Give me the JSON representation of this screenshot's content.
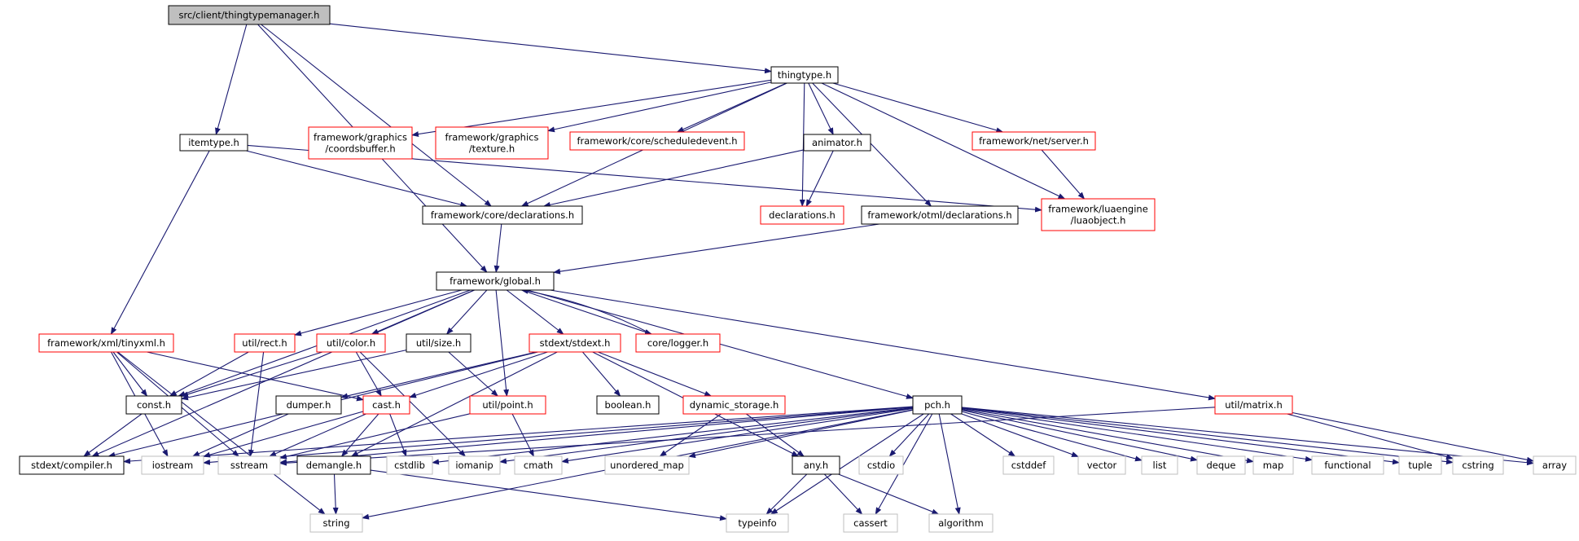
{
  "colors": {
    "edge": "#191970",
    "border_documented": "#000000",
    "border_undocumented": "#ff0000",
    "border_system": "#bfbfbf",
    "root_fill": "#bfbfbf",
    "text": "#000000"
  },
  "nodes": [
    {
      "id": "root",
      "lines": [
        "src/client/thingtypemanager.h"
      ],
      "kind": "root"
    },
    {
      "id": "thingtype",
      "lines": [
        "thingtype.h"
      ],
      "kind": "doc"
    },
    {
      "id": "itemtype",
      "lines": [
        "itemtype.h"
      ],
      "kind": "doc"
    },
    {
      "id": "coordsbuf",
      "lines": [
        "framework/graphics",
        "/coordsbuffer.h"
      ],
      "kind": "undoc"
    },
    {
      "id": "texture",
      "lines": [
        "framework/graphics",
        "/texture.h"
      ],
      "kind": "undoc"
    },
    {
      "id": "schedev",
      "lines": [
        "framework/core/scheduledevent.h"
      ],
      "kind": "undoc"
    },
    {
      "id": "animator",
      "lines": [
        "animator.h"
      ],
      "kind": "doc"
    },
    {
      "id": "netserver",
      "lines": [
        "framework/net/server.h"
      ],
      "kind": "undoc"
    },
    {
      "id": "coredecl",
      "lines": [
        "framework/core/declarations.h"
      ],
      "kind": "doc"
    },
    {
      "id": "decl",
      "lines": [
        "declarations.h"
      ],
      "kind": "undoc"
    },
    {
      "id": "otmldecl",
      "lines": [
        "framework/otml/declarations.h"
      ],
      "kind": "doc"
    },
    {
      "id": "luaobject",
      "lines": [
        "framework/luaengine",
        "/luaobject.h"
      ],
      "kind": "undoc"
    },
    {
      "id": "global",
      "lines": [
        "framework/global.h"
      ],
      "kind": "doc"
    },
    {
      "id": "tinyxml",
      "lines": [
        "framework/xml/tinyxml.h"
      ],
      "kind": "undoc"
    },
    {
      "id": "rect",
      "lines": [
        "util/rect.h"
      ],
      "kind": "undoc"
    },
    {
      "id": "color",
      "lines": [
        "util/color.h"
      ],
      "kind": "undoc"
    },
    {
      "id": "size",
      "lines": [
        "util/size.h"
      ],
      "kind": "doc"
    },
    {
      "id": "stdext",
      "lines": [
        "stdext/stdext.h"
      ],
      "kind": "undoc"
    },
    {
      "id": "logger",
      "lines": [
        "core/logger.h"
      ],
      "kind": "undoc"
    },
    {
      "id": "matrix",
      "lines": [
        "util/matrix.h"
      ],
      "kind": "undoc"
    },
    {
      "id": "const",
      "lines": [
        "const.h"
      ],
      "kind": "doc"
    },
    {
      "id": "dumper",
      "lines": [
        "dumper.h"
      ],
      "kind": "doc"
    },
    {
      "id": "cast",
      "lines": [
        "cast.h"
      ],
      "kind": "undoc"
    },
    {
      "id": "point",
      "lines": [
        "util/point.h"
      ],
      "kind": "undoc"
    },
    {
      "id": "boolean",
      "lines": [
        "boolean.h"
      ],
      "kind": "doc"
    },
    {
      "id": "dynstore",
      "lines": [
        "dynamic_storage.h"
      ],
      "kind": "undoc"
    },
    {
      "id": "pch",
      "lines": [
        "pch.h"
      ],
      "kind": "doc"
    },
    {
      "id": "compiler",
      "lines": [
        "stdext/compiler.h"
      ],
      "kind": "doc"
    },
    {
      "id": "iostream",
      "lines": [
        "iostream"
      ],
      "kind": "sys"
    },
    {
      "id": "sstream",
      "lines": [
        "sstream"
      ],
      "kind": "sys"
    },
    {
      "id": "demangle",
      "lines": [
        "demangle.h"
      ],
      "kind": "doc"
    },
    {
      "id": "cstdlib",
      "lines": [
        "cstdlib"
      ],
      "kind": "sys"
    },
    {
      "id": "iomanip",
      "lines": [
        "iomanip"
      ],
      "kind": "sys"
    },
    {
      "id": "cmath",
      "lines": [
        "cmath"
      ],
      "kind": "sys"
    },
    {
      "id": "unordmap",
      "lines": [
        "unordered_map"
      ],
      "kind": "sys"
    },
    {
      "id": "any",
      "lines": [
        "any.h"
      ],
      "kind": "doc"
    },
    {
      "id": "cstdio",
      "lines": [
        "cstdio"
      ],
      "kind": "sys"
    },
    {
      "id": "cstddef",
      "lines": [
        "cstddef"
      ],
      "kind": "sys"
    },
    {
      "id": "vector",
      "lines": [
        "vector"
      ],
      "kind": "sys"
    },
    {
      "id": "list",
      "lines": [
        "list"
      ],
      "kind": "sys"
    },
    {
      "id": "deque",
      "lines": [
        "deque"
      ],
      "kind": "sys"
    },
    {
      "id": "map",
      "lines": [
        "map"
      ],
      "kind": "sys"
    },
    {
      "id": "functional",
      "lines": [
        "functional"
      ],
      "kind": "sys"
    },
    {
      "id": "tuple",
      "lines": [
        "tuple"
      ],
      "kind": "sys"
    },
    {
      "id": "cstring",
      "lines": [
        "cstring"
      ],
      "kind": "sys"
    },
    {
      "id": "array",
      "lines": [
        "array"
      ],
      "kind": "sys"
    },
    {
      "id": "string",
      "lines": [
        "string"
      ],
      "kind": "sys"
    },
    {
      "id": "typeinfo",
      "lines": [
        "typeinfo"
      ],
      "kind": "sys"
    },
    {
      "id": "cassert",
      "lines": [
        "cassert"
      ],
      "kind": "sys"
    },
    {
      "id": "algorithm",
      "lines": [
        "algorithm"
      ],
      "kind": "sys"
    }
  ],
  "edges": [
    [
      "root",
      "thingtype"
    ],
    [
      "root",
      "itemtype"
    ],
    [
      "root",
      "coredecl"
    ],
    [
      "root",
      "global"
    ],
    [
      "thingtype",
      "coordsbuf"
    ],
    [
      "thingtype",
      "texture"
    ],
    [
      "thingtype",
      "schedev"
    ],
    [
      "thingtype",
      "animator"
    ],
    [
      "thingtype",
      "netserver"
    ],
    [
      "thingtype",
      "luaobject"
    ],
    [
      "thingtype",
      "coredecl"
    ],
    [
      "thingtype",
      "decl"
    ],
    [
      "thingtype",
      "otmldecl"
    ],
    [
      "itemtype",
      "coredecl"
    ],
    [
      "itemtype",
      "luaobject"
    ],
    [
      "itemtype",
      "tinyxml"
    ],
    [
      "animator",
      "coredecl"
    ],
    [
      "animator",
      "decl"
    ],
    [
      "netserver",
      "luaobject"
    ],
    [
      "coredecl",
      "global"
    ],
    [
      "otmldecl",
      "global"
    ],
    [
      "global",
      "compiler"
    ],
    [
      "global",
      "const"
    ],
    [
      "global",
      "rect"
    ],
    [
      "global",
      "color"
    ],
    [
      "global",
      "size"
    ],
    [
      "global",
      "point"
    ],
    [
      "global",
      "stdext"
    ],
    [
      "global",
      "logger"
    ],
    [
      "global",
      "pch"
    ],
    [
      "global",
      "matrix"
    ],
    [
      "logger",
      "global"
    ],
    [
      "tinyxml",
      "const"
    ],
    [
      "tinyxml",
      "cast"
    ],
    [
      "tinyxml",
      "iostream"
    ],
    [
      "tinyxml",
      "sstream"
    ],
    [
      "tinyxml",
      "string"
    ],
    [
      "rect",
      "const"
    ],
    [
      "rect",
      "sstream"
    ],
    [
      "color",
      "const"
    ],
    [
      "color",
      "cast"
    ],
    [
      "color",
      "iomanip"
    ],
    [
      "size",
      "const"
    ],
    [
      "size",
      "point"
    ],
    [
      "stdext",
      "compiler"
    ],
    [
      "stdext",
      "dumper"
    ],
    [
      "stdext",
      "cast"
    ],
    [
      "stdext",
      "boolean"
    ],
    [
      "stdext",
      "dynstore"
    ],
    [
      "stdext",
      "any"
    ],
    [
      "stdext",
      "demangle"
    ],
    [
      "const",
      "compiler"
    ],
    [
      "dumper",
      "iostream"
    ],
    [
      "cast",
      "demangle"
    ],
    [
      "cast",
      "sstream"
    ],
    [
      "cast",
      "cstdlib"
    ],
    [
      "cast",
      "iostream"
    ],
    [
      "point",
      "sstream"
    ],
    [
      "point",
      "cmath"
    ],
    [
      "dynstore",
      "unordmap"
    ],
    [
      "dynstore",
      "any"
    ],
    [
      "demangle",
      "string"
    ],
    [
      "demangle",
      "typeinfo"
    ],
    [
      "any",
      "typeinfo"
    ],
    [
      "any",
      "cassert"
    ],
    [
      "any",
      "algorithm"
    ],
    [
      "pch",
      "iostream"
    ],
    [
      "pch",
      "sstream"
    ],
    [
      "pch",
      "cstdlib"
    ],
    [
      "pch",
      "iomanip"
    ],
    [
      "pch",
      "cmath"
    ],
    [
      "pch",
      "unordmap"
    ],
    [
      "pch",
      "cstdio"
    ],
    [
      "pch",
      "cstddef"
    ],
    [
      "pch",
      "vector"
    ],
    [
      "pch",
      "list"
    ],
    [
      "pch",
      "deque"
    ],
    [
      "pch",
      "map"
    ],
    [
      "pch",
      "functional"
    ],
    [
      "pch",
      "tuple"
    ],
    [
      "pch",
      "cstring"
    ],
    [
      "pch",
      "array"
    ],
    [
      "pch",
      "string"
    ],
    [
      "pch",
      "typeinfo"
    ],
    [
      "pch",
      "cassert"
    ],
    [
      "pch",
      "algorithm"
    ],
    [
      "pch",
      "compiler"
    ],
    [
      "matrix",
      "sstream"
    ],
    [
      "matrix",
      "array"
    ],
    [
      "matrix",
      "cstring"
    ]
  ]
}
